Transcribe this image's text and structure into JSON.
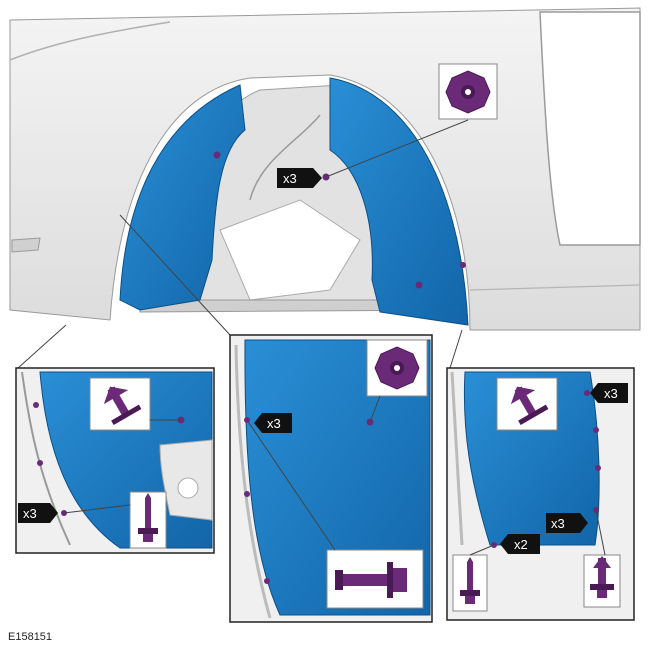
{
  "figure_id": "E158151",
  "colors": {
    "liner": "#1d7fc6",
    "liner_dark": "#125f9a",
    "fastener": "#6b2a78",
    "fastener_dark": "#4a1a55",
    "body": "#ececec",
    "body_shadow": "#bdbdbd",
    "frame": "#222222",
    "callout_bg": "#111111"
  },
  "callouts": {
    "main_top": "x3",
    "left_bottom": "x3",
    "center_mid": "x3",
    "right_top": "x3",
    "right_mid": "x3",
    "right_bottom": "x2"
  },
  "icons": {
    "push_nut": "push-nut-fastener-icon",
    "push_pin": "push-pin-clip-icon",
    "screw": "screw-fastener-icon",
    "tree_clip": "tree-clip-icon"
  }
}
